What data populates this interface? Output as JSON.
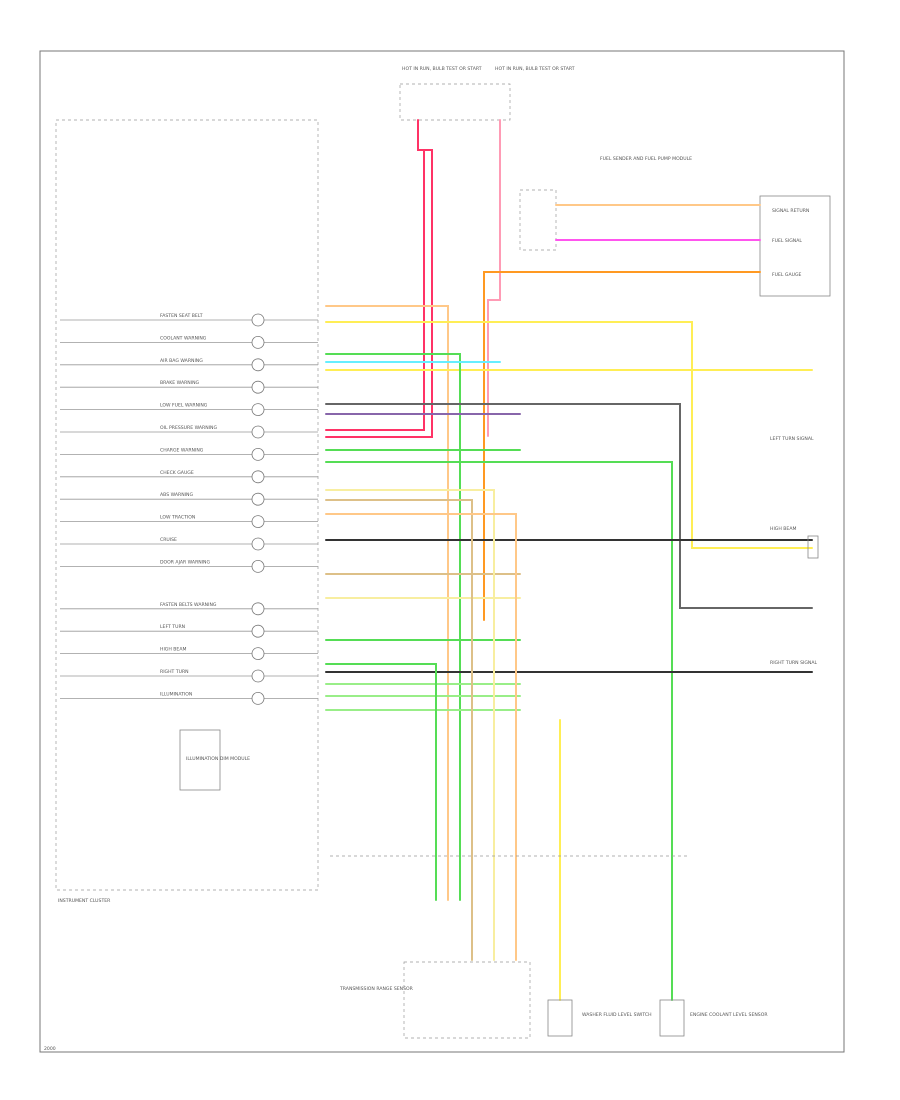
{
  "labels": {
    "cluster": "INSTRUMENT CLUSTER",
    "fuse_box_left": "HOT IN RUN, BULB TEST OR START",
    "fuse_box_right": "HOT IN RUN, BULB TEST OR START",
    "dim_module": "ILLUMINATION DIM MODULE",
    "fuel_sender": "FUEL SENDER AND FUEL PUMP MODULE",
    "signal_ret": "SIGNAL RETURN",
    "fuel_signal": "FUEL SIGNAL",
    "fuel_gauge": "FUEL GAUGE",
    "left_turn": "LEFT TURN SIGNAL",
    "right_turn": "RIGHT TURN SIGNAL",
    "high_beam": "HIGH BEAM",
    "trans_sensor": "TRANSMISSION RANGE SENSOR",
    "washer_sw": "WASHER FLUID LEVEL SWITCH",
    "engine_sensor": "ENGINE COOLANT LEVEL SENSOR",
    "footer": "2000"
  },
  "indicators": [
    {
      "name": "FASTEN SEAT BELT"
    },
    {
      "name": "COOLANT WARNING"
    },
    {
      "name": "AIR BAG WARNING"
    },
    {
      "name": "BRAKE WARNING"
    },
    {
      "name": "LOW FUEL WARNING"
    },
    {
      "name": "OIL PRESSURE WARNING"
    },
    {
      "name": "CHARGE WARNING"
    },
    {
      "name": "CHECK GAUGE"
    },
    {
      "name": "ABS WARNING"
    },
    {
      "name": "LOW TRACTION"
    },
    {
      "name": "CRUISE"
    },
    {
      "name": "DOOR AJAR WARNING"
    },
    {
      "name": "FASTEN BELTS WARNING"
    },
    {
      "name": "LEFT TURN"
    },
    {
      "name": "HIGH BEAM"
    },
    {
      "name": "RIGHT TURN"
    },
    {
      "name": "ILLUMINATION"
    }
  ],
  "colors": {
    "pink": "#ff3366",
    "light_pink": "#ff9bb5",
    "orange": "#ff9922",
    "light_orange": "#ffc888",
    "yellow": "#ffee55",
    "pale_yellow": "#f8eea0",
    "green": "#55dd55",
    "light_green": "#99ee88",
    "cyan": "#66eeff",
    "magenta": "#ff55ee",
    "tan": "#ddc088",
    "gray": "#666666",
    "dark": "#333333",
    "purple": "#8866aa"
  }
}
